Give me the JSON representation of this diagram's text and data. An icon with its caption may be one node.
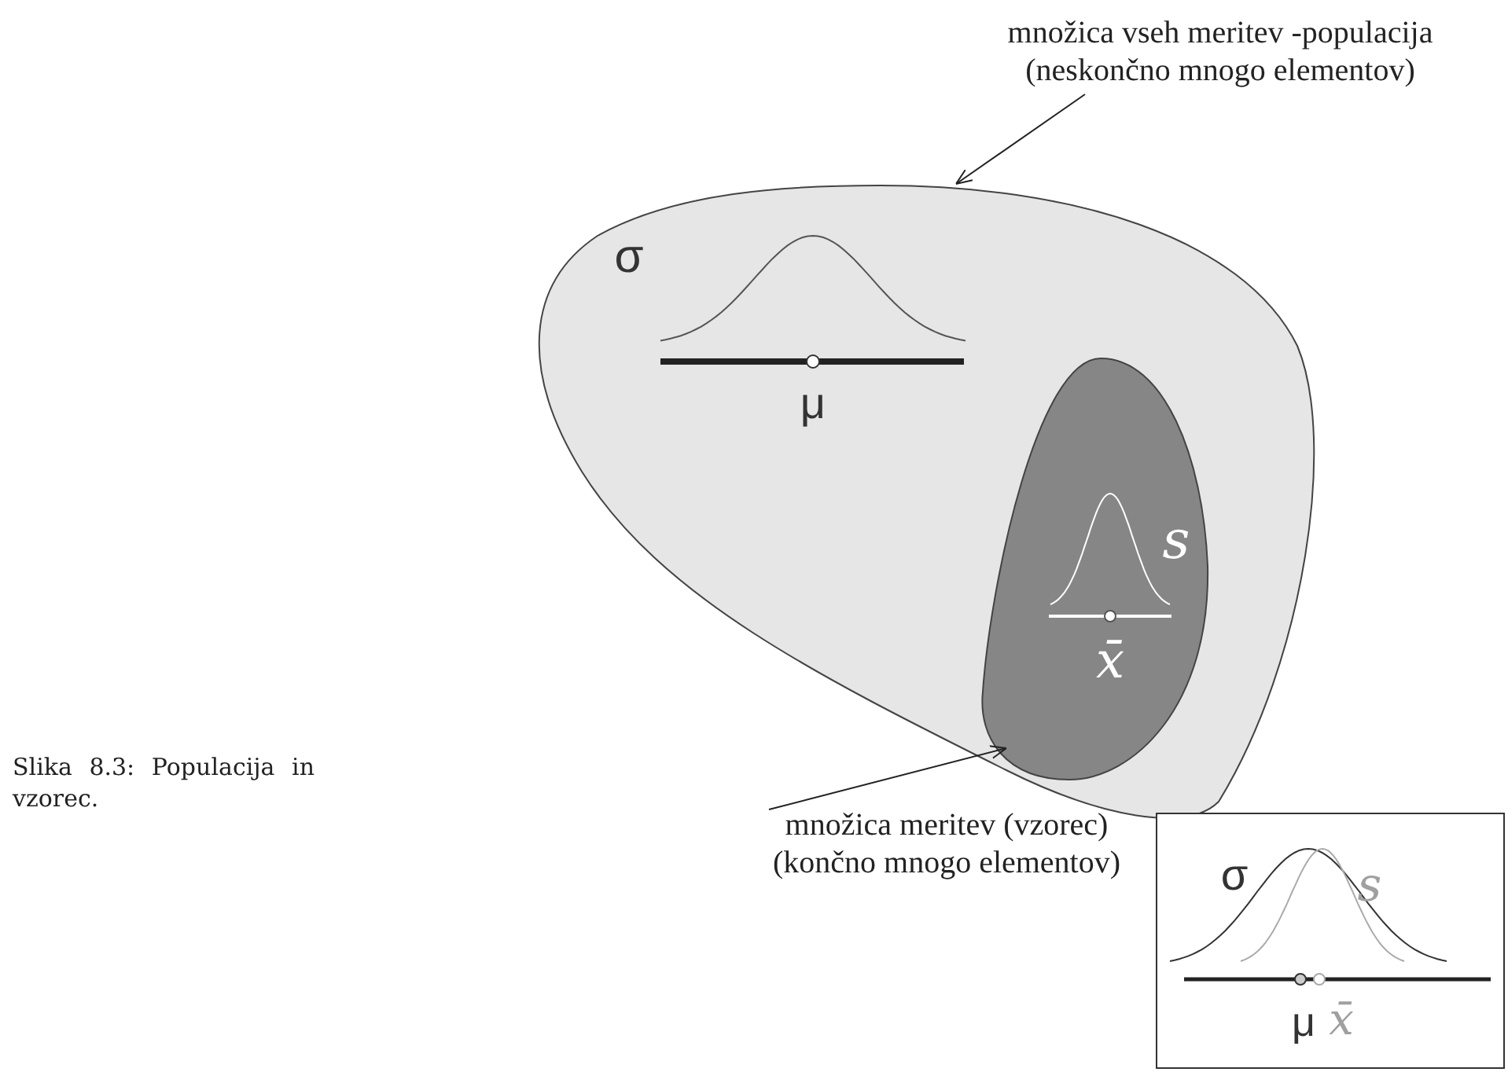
{
  "diagram": {
    "caption": "Slika 8.3: Populacija in vzorec.",
    "nodes": [
      {
        "text": [
          "množica vseh meritev -populacija (neskončno mnogo elementov)"
        ]
      },
      {
        "text": [
          "σ",
          "μ"
        ]
      },
      {
        "text": [
          "s",
          "x̄"
        ],
        "in": 1
      },
      {
        "text": [
          "množica meritev (vzorec) (končno mnogo elementov)"
        ]
      },
      {
        "text": [
          "σ",
          "s",
          "μ",
          "x̄"
        ]
      }
    ],
    "edges": [
      {
        "from": 0,
        "to": 1,
        "arrow": "to"
      },
      {
        "from": 3,
        "to": 2,
        "arrow": "to"
      }
    ]
  }
}
